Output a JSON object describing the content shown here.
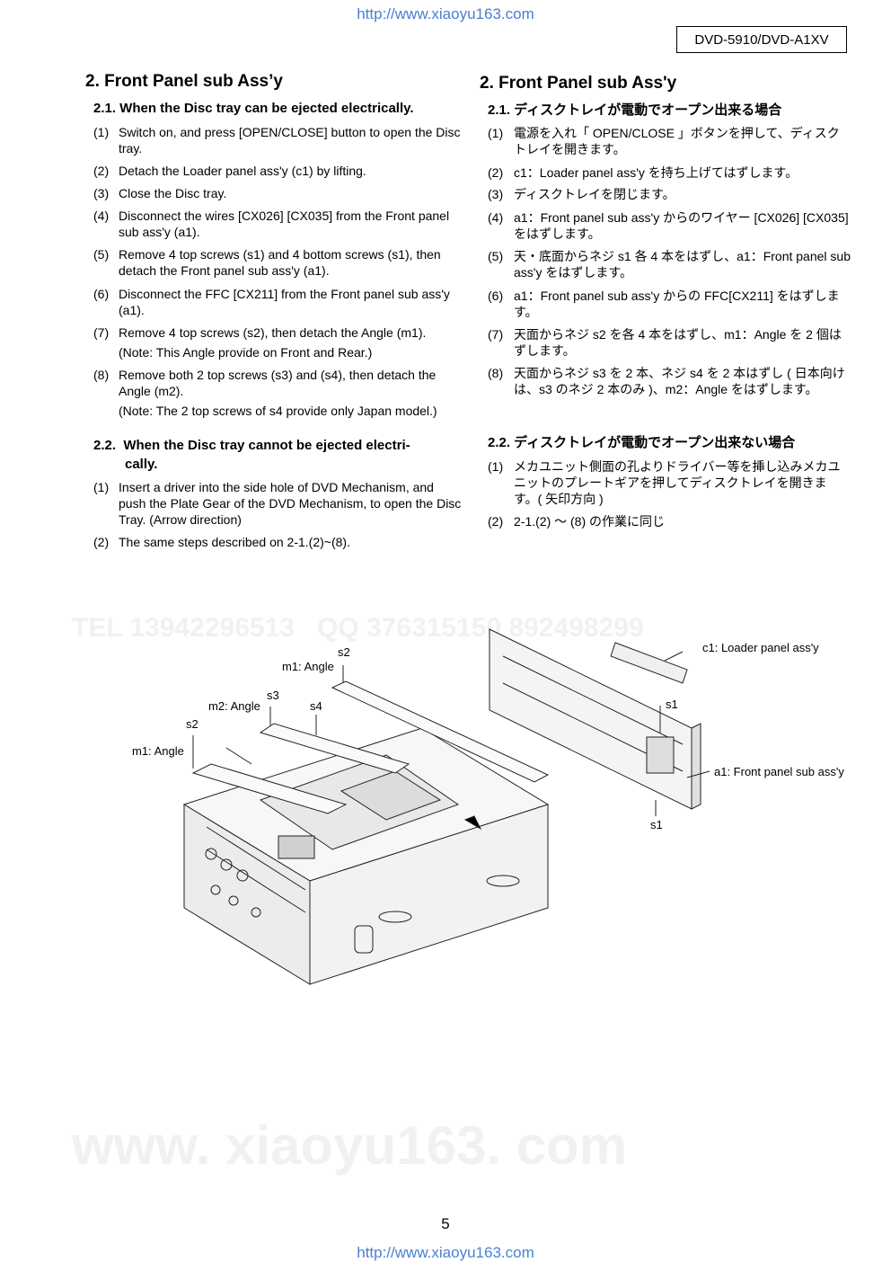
{
  "header": {
    "url_top": "http://www.xiaoyu163.com",
    "model": "DVD-5910/DVD-A1XV"
  },
  "english": {
    "title": "2.  Front Panel sub Ass’y",
    "sec1": {
      "heading": "2.1.  When the Disc tray can be ejected electrically.",
      "steps": [
        {
          "num": "(1)",
          "text": "Switch on, and press [OPEN/CLOSE] button to open the Disc tray."
        },
        {
          "num": "(2)",
          "text": "Detach the Loader panel ass'y (c1) by lifting."
        },
        {
          "num": "(3)",
          "text": "Close the Disc tray."
        },
        {
          "num": "(4)",
          "text": "Disconnect the wires [CX026] [CX035] from the Front panel sub ass'y (a1)."
        },
        {
          "num": "(5)",
          "text": "Remove 4 top screws (s1) and 4 bottom screws (s1), then detach the Front panel sub ass'y (a1)."
        },
        {
          "num": "(6)",
          "text": "Disconnect the FFC [CX211] from the Front panel sub ass'y (a1)."
        },
        {
          "num": "(7)",
          "text": "Remove 4 top screws (s2), then detach the Angle (m1)."
        },
        {
          "num": "(8)",
          "text": "Remove both 2 top screws (s3) and (s4), then detach the Angle (m2)."
        }
      ],
      "note7": "(Note: This Angle provide on Front and Rear.)",
      "note8": "(Note: The 2 top screws of s4 provide only Japan model.)"
    },
    "sec2": {
      "heading": "2.2.  When the Disc tray cannot be ejected electri-\n        cally.",
      "steps": [
        {
          "num": "(1)",
          "text": "Insert a driver into the side hole of DVD Mechanism, and push the Plate Gear of the DVD Mechanism, to open the Disc Tray. (Arrow direction)"
        },
        {
          "num": "(2)",
          "text": "The same steps described on 2-1.(2)~(8)."
        }
      ]
    }
  },
  "japanese": {
    "title": "2.  Front Panel sub Ass'y",
    "sec1": {
      "heading": "2.1.  ディスクトレイが電動でオープン出来る場合",
      "steps": [
        {
          "num": "(1)",
          "text": "電源を入れ「 OPEN/CLOSE 」ボタンを押して、ディスクトレイを開きます。"
        },
        {
          "num": "(2)",
          "text": "c1：Loader panel ass'y を持ち上げてはずします。"
        },
        {
          "num": "(3)",
          "text": "ディスクトレイを閉じます。"
        },
        {
          "num": "(4)",
          "text": "a1：Front panel sub ass'y からのワイヤー [CX026] [CX035] をはずします。"
        },
        {
          "num": "(5)",
          "text": "天・底面からネジ s1 各 4 本をはずし、a1：Front panel sub ass'y をはずします。"
        },
        {
          "num": "(6)",
          "text": "a1：Front panel sub ass'y からの FFC[CX211] をはずします。"
        },
        {
          "num": "(7)",
          "text": "天面からネジ s2 を各 4 本をはずし、m1：Angle を 2 個はずします。"
        },
        {
          "num": "(8)",
          "text": "天面からネジ s3 を 2 本、ネジ s4 を 2 本はずし ( 日本向けは、s3 のネジ 2 本のみ )、m2：Angle をはずします。"
        }
      ]
    },
    "sec2": {
      "heading": "2.2.  ディスクトレイが電動でオープン出来ない場合",
      "steps": [
        {
          "num": "(1)",
          "text": "メカユニット側面の孔よりドライバー等を挿し込みメカユニットのプレートギアを押してディスクトレイを開きます。( 矢印方向 )"
        },
        {
          "num": "(2)",
          "text": "2-1.(2) 〜 (8) の作業に同じ"
        }
      ]
    }
  },
  "figure": {
    "labels": {
      "s2_top": "s2",
      "m1_angle_top": "m1: Angle",
      "s3": "s3",
      "m2_angle": "m2: Angle",
      "s4": "s4",
      "s2_left": "s2",
      "m1_angle_left": "m1: Angle",
      "c1": "c1: Loader panel ass'y",
      "s1_top": "s1",
      "a1": "a1: Front panel sub ass'y",
      "s1_bottom": "s1"
    }
  },
  "footer": {
    "page_number": "5",
    "url_bottom": "http://www.xiaoyu163.com"
  }
}
